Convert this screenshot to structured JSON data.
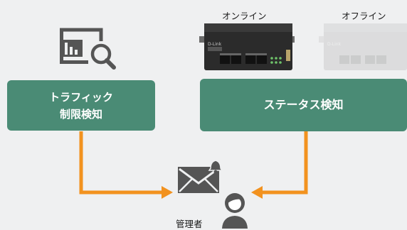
{
  "left_box": {
    "line1": "トラフィック",
    "line2": "制限検知"
  },
  "right_box": {
    "label": "ステータス検知"
  },
  "devices": {
    "online_label": "オンライン",
    "offline_label": "オフライン",
    "brand": "D-Link"
  },
  "recipient": {
    "label": "管理者"
  },
  "colors": {
    "box": "#4a8b75",
    "arrow": "#f2921f",
    "icon": "#555555",
    "background": "#eff0f1"
  },
  "icons": [
    "traffic-chart-search-icon",
    "mail-bell-icon",
    "person-icon",
    "switch-device-icon"
  ]
}
